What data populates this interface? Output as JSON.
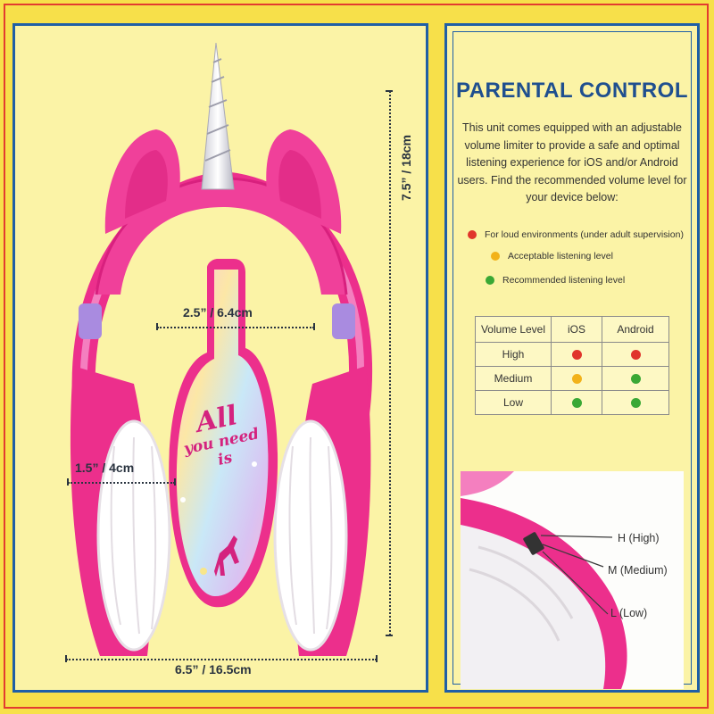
{
  "dimensions": {
    "height": "7.5” / 18cm",
    "top_width": "2.5” / 6.4cm",
    "depth": "1.5” / 4cm",
    "bottom_width": "6.5” / 16.5cm"
  },
  "headphone_graphic": {
    "script_text": [
      "All",
      "you need",
      "is"
    ]
  },
  "parental_control": {
    "title": "PARENTAL CONTROL",
    "description": "This unit comes equipped with an adjustable volume limiter to provide a safe and optimal listening experience for iOS and/or Android users. Find the recommended volume level for your device below:",
    "legend": [
      {
        "color": "#e0352b",
        "label": "For loud environments (under adult supervision)"
      },
      {
        "color": "#f2b21a",
        "label": "Acceptable listening level"
      },
      {
        "color": "#3aa835",
        "label": "Recommended listening level"
      }
    ]
  },
  "volume_table": {
    "headers": [
      "Volume Level",
      "iOS",
      "Android"
    ],
    "rows": [
      {
        "level": "High",
        "ios": "#e0352b",
        "android": "#e0352b"
      },
      {
        "level": "Medium",
        "ios": "#f2b21a",
        "android": "#3aa835"
      },
      {
        "level": "Low",
        "ios": "#3aa835",
        "android": "#3aa835"
      }
    ]
  },
  "switch_labels": [
    "H (High)",
    "M (Medium)",
    "L (Low)"
  ],
  "colors": {
    "pink": "#ec2f8c",
    "pink_light": "#f27dbb",
    "lavender": "#a98be0",
    "title_blue": "#1f4f8f",
    "border_blue": "#1f5fa6"
  }
}
